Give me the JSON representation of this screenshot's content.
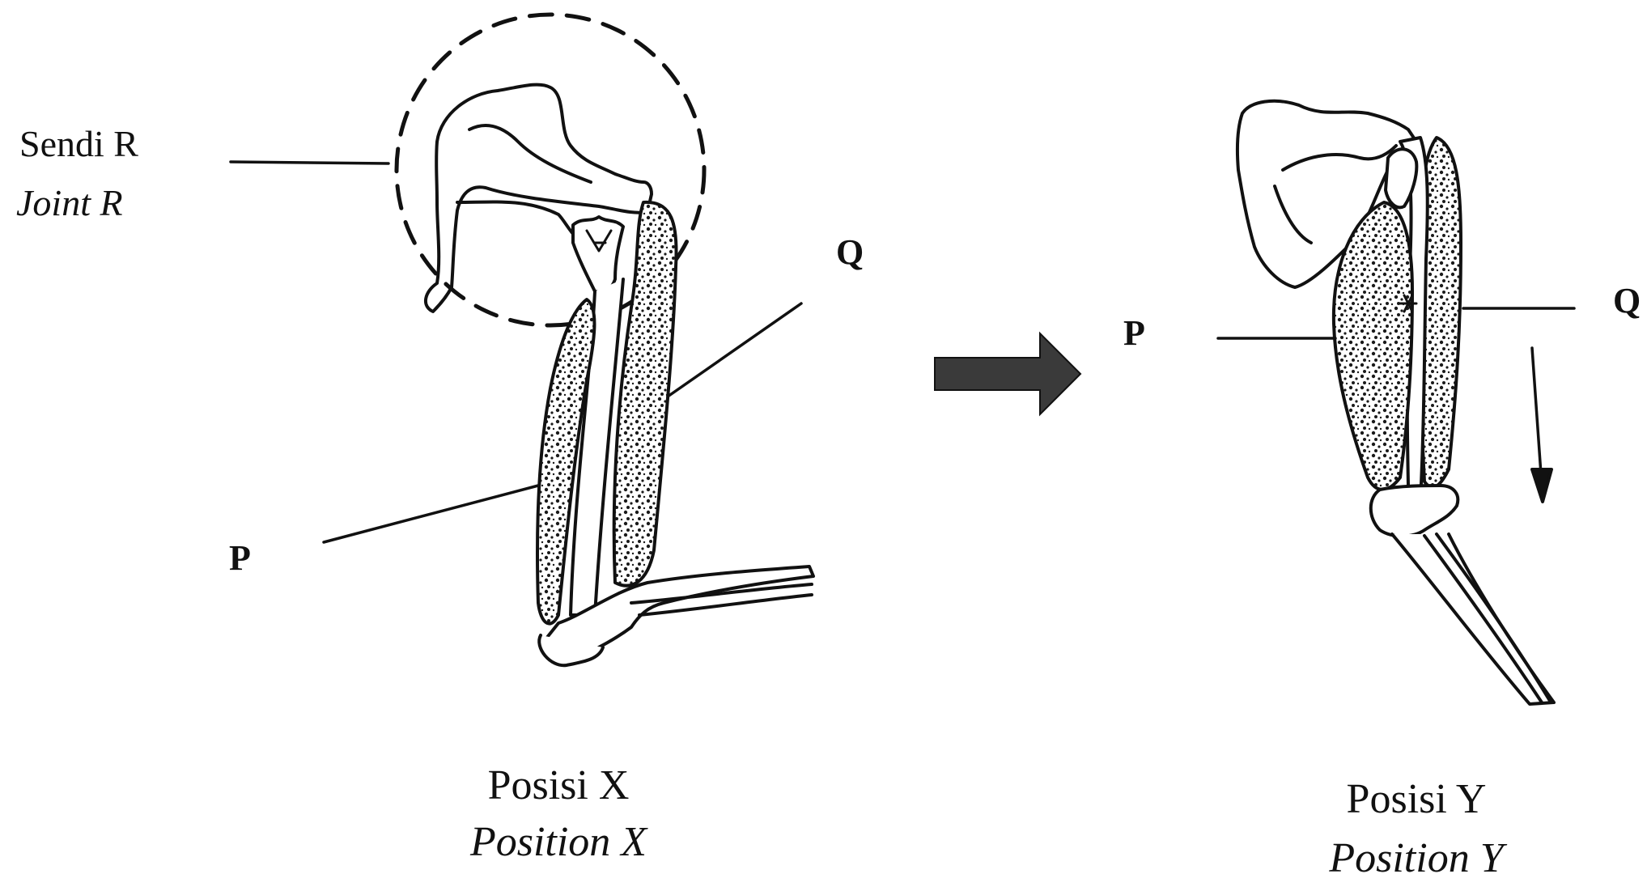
{
  "diagram": {
    "joint_label_ms": "Sendi R",
    "joint_label_en": "Joint R",
    "left_figure": {
      "label_p": "P",
      "label_q": "Q",
      "caption_ms": "Posisi X",
      "caption_en": "Position X"
    },
    "right_figure": {
      "label_p": "P",
      "label_q": "Q",
      "caption_ms": "Posisi Y",
      "caption_en": "Position Y"
    },
    "colors": {
      "ink": "#111111",
      "arrow_fill": "#3a3a3a",
      "muscle_fill": "#2b2b2b"
    }
  }
}
